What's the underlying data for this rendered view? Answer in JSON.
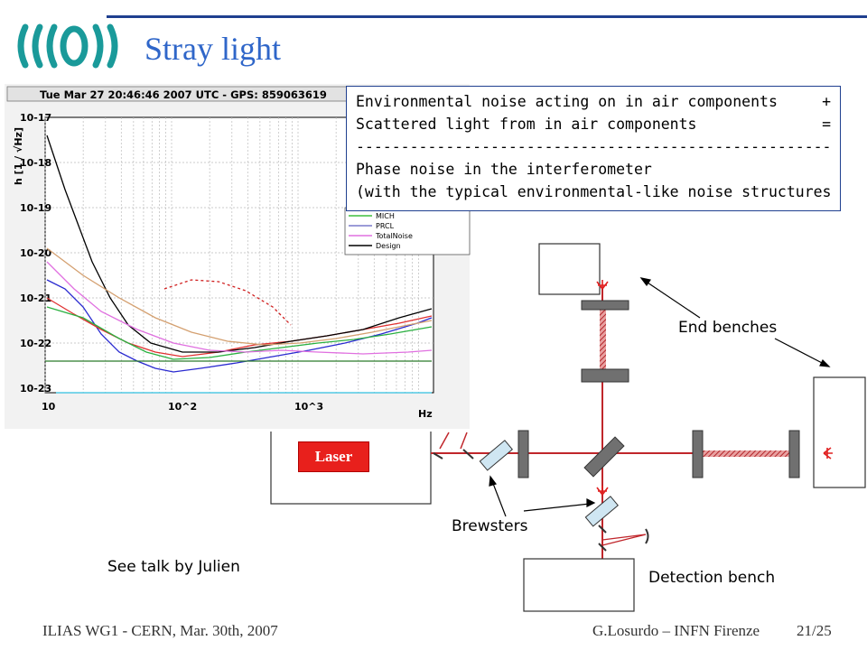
{
  "slide": {
    "title": "Stray light",
    "footer_left": "ILIAS WG1 - CERN, Mar. 30th, 2007",
    "footer_right": "G.Losurdo – INFN Firenze",
    "page": "21/25",
    "logo": "virgo-logo-icon"
  },
  "plot": {
    "header": "Tue Mar 27 20:46:46 2007 UTC - GPS: 859063619",
    "ylabel": "h [1 / √Hz]",
    "xlabel": "Hz",
    "y_ticks": [
      "10-17",
      "10-18",
      "10-19",
      "10-20",
      "10-21",
      "10-22",
      "10-23"
    ],
    "x_ticks": [
      "10",
      "10^2",
      "10^3"
    ],
    "legend": [
      {
        "name": "MICH",
        "color": "#3fbf3f"
      },
      {
        "name": "PRCL",
        "color": "#7a7acc"
      },
      {
        "name": "TotalNoise",
        "color": "#e070e0"
      },
      {
        "name": "Design",
        "color": "#000000"
      }
    ]
  },
  "equation": {
    "line1": "Environmental noise acting on in air components",
    "op1": "+",
    "line2": "Scattered light from in air components",
    "op2": "=",
    "divider": "------------------------------------------------------------",
    "line3": "Phase noise in the interferometer",
    "line4": "(with the typical environmental-like noise structures)"
  },
  "diagram": {
    "laser": "Laser",
    "end_benches": "End  benches",
    "brewsters": "Brewsters",
    "detection_bench": "Detection  bench",
    "see_talk": "See talk by Julien",
    "beam_color": "#c0262b",
    "mirror_color": "#707070",
    "brewster_color": "#cfe6f2"
  }
}
